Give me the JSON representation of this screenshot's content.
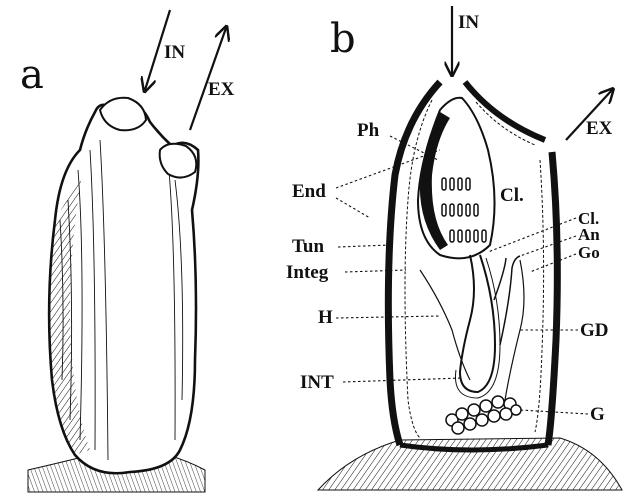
{
  "panel_a": {
    "letter": "a",
    "in_label": "IN",
    "ex_label": "EX"
  },
  "panel_b": {
    "letter": "b",
    "in_label": "IN",
    "ex_label": "EX",
    "labels": {
      "ph": "Ph",
      "end": "End",
      "tun": "Tun",
      "integ": "Integ",
      "h": "H",
      "int": "INT",
      "cl_center": "Cl.",
      "cl_right": "Cl.",
      "an": "An",
      "go": "Go",
      "gd": "GD",
      "g": "G"
    }
  },
  "colors": {
    "ink": "#111111",
    "paper": "#ffffff"
  }
}
